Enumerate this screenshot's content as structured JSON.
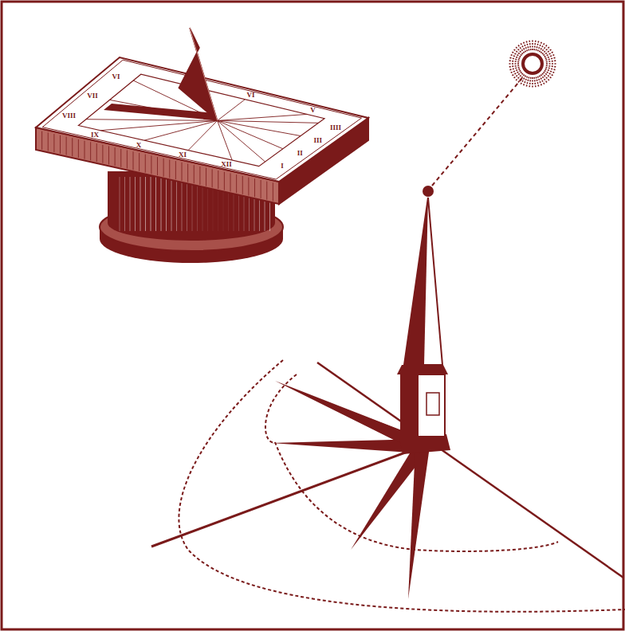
{
  "diagram": {
    "labels": [
      "VI",
      "VII",
      "VIII",
      "IX",
      "X",
      "XI",
      "XII",
      "I",
      "II",
      "III",
      "IIII",
      "V",
      "VI"
    ]
  }
}
